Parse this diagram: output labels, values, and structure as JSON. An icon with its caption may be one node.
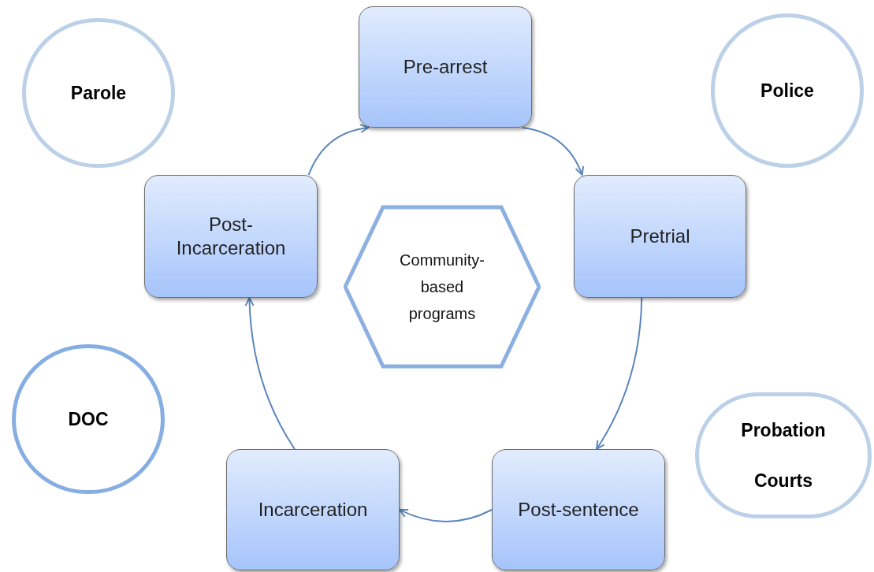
{
  "diagram": {
    "nodes": [
      {
        "text": [
          "Parole"
        ]
      },
      {
        "text": [
          "Pre-arrest"
        ]
      },
      {
        "text": [
          "Police"
        ]
      },
      {
        "text": [
          "Post-Incarceration"
        ]
      },
      {
        "text": [
          "Community-based programs"
        ]
      },
      {
        "text": [
          "Pretrial"
        ]
      },
      {
        "text": [
          "DOC"
        ]
      },
      {
        "text": [
          "Probation",
          "Courts"
        ]
      },
      {
        "text": [
          "Incarceration"
        ]
      },
      {
        "text": [
          "Post-sentence"
        ]
      }
    ],
    "edges": [
      {
        "from": 3,
        "to": 1,
        "arrow": "to"
      },
      {
        "from": 1,
        "to": 5,
        "arrow": "to"
      },
      {
        "from": 5,
        "to": 9,
        "arrow": "to"
      },
      {
        "from": 9,
        "to": 8,
        "arrow": "to"
      },
      {
        "from": 8,
        "to": 3,
        "arrow": "to"
      }
    ]
  }
}
